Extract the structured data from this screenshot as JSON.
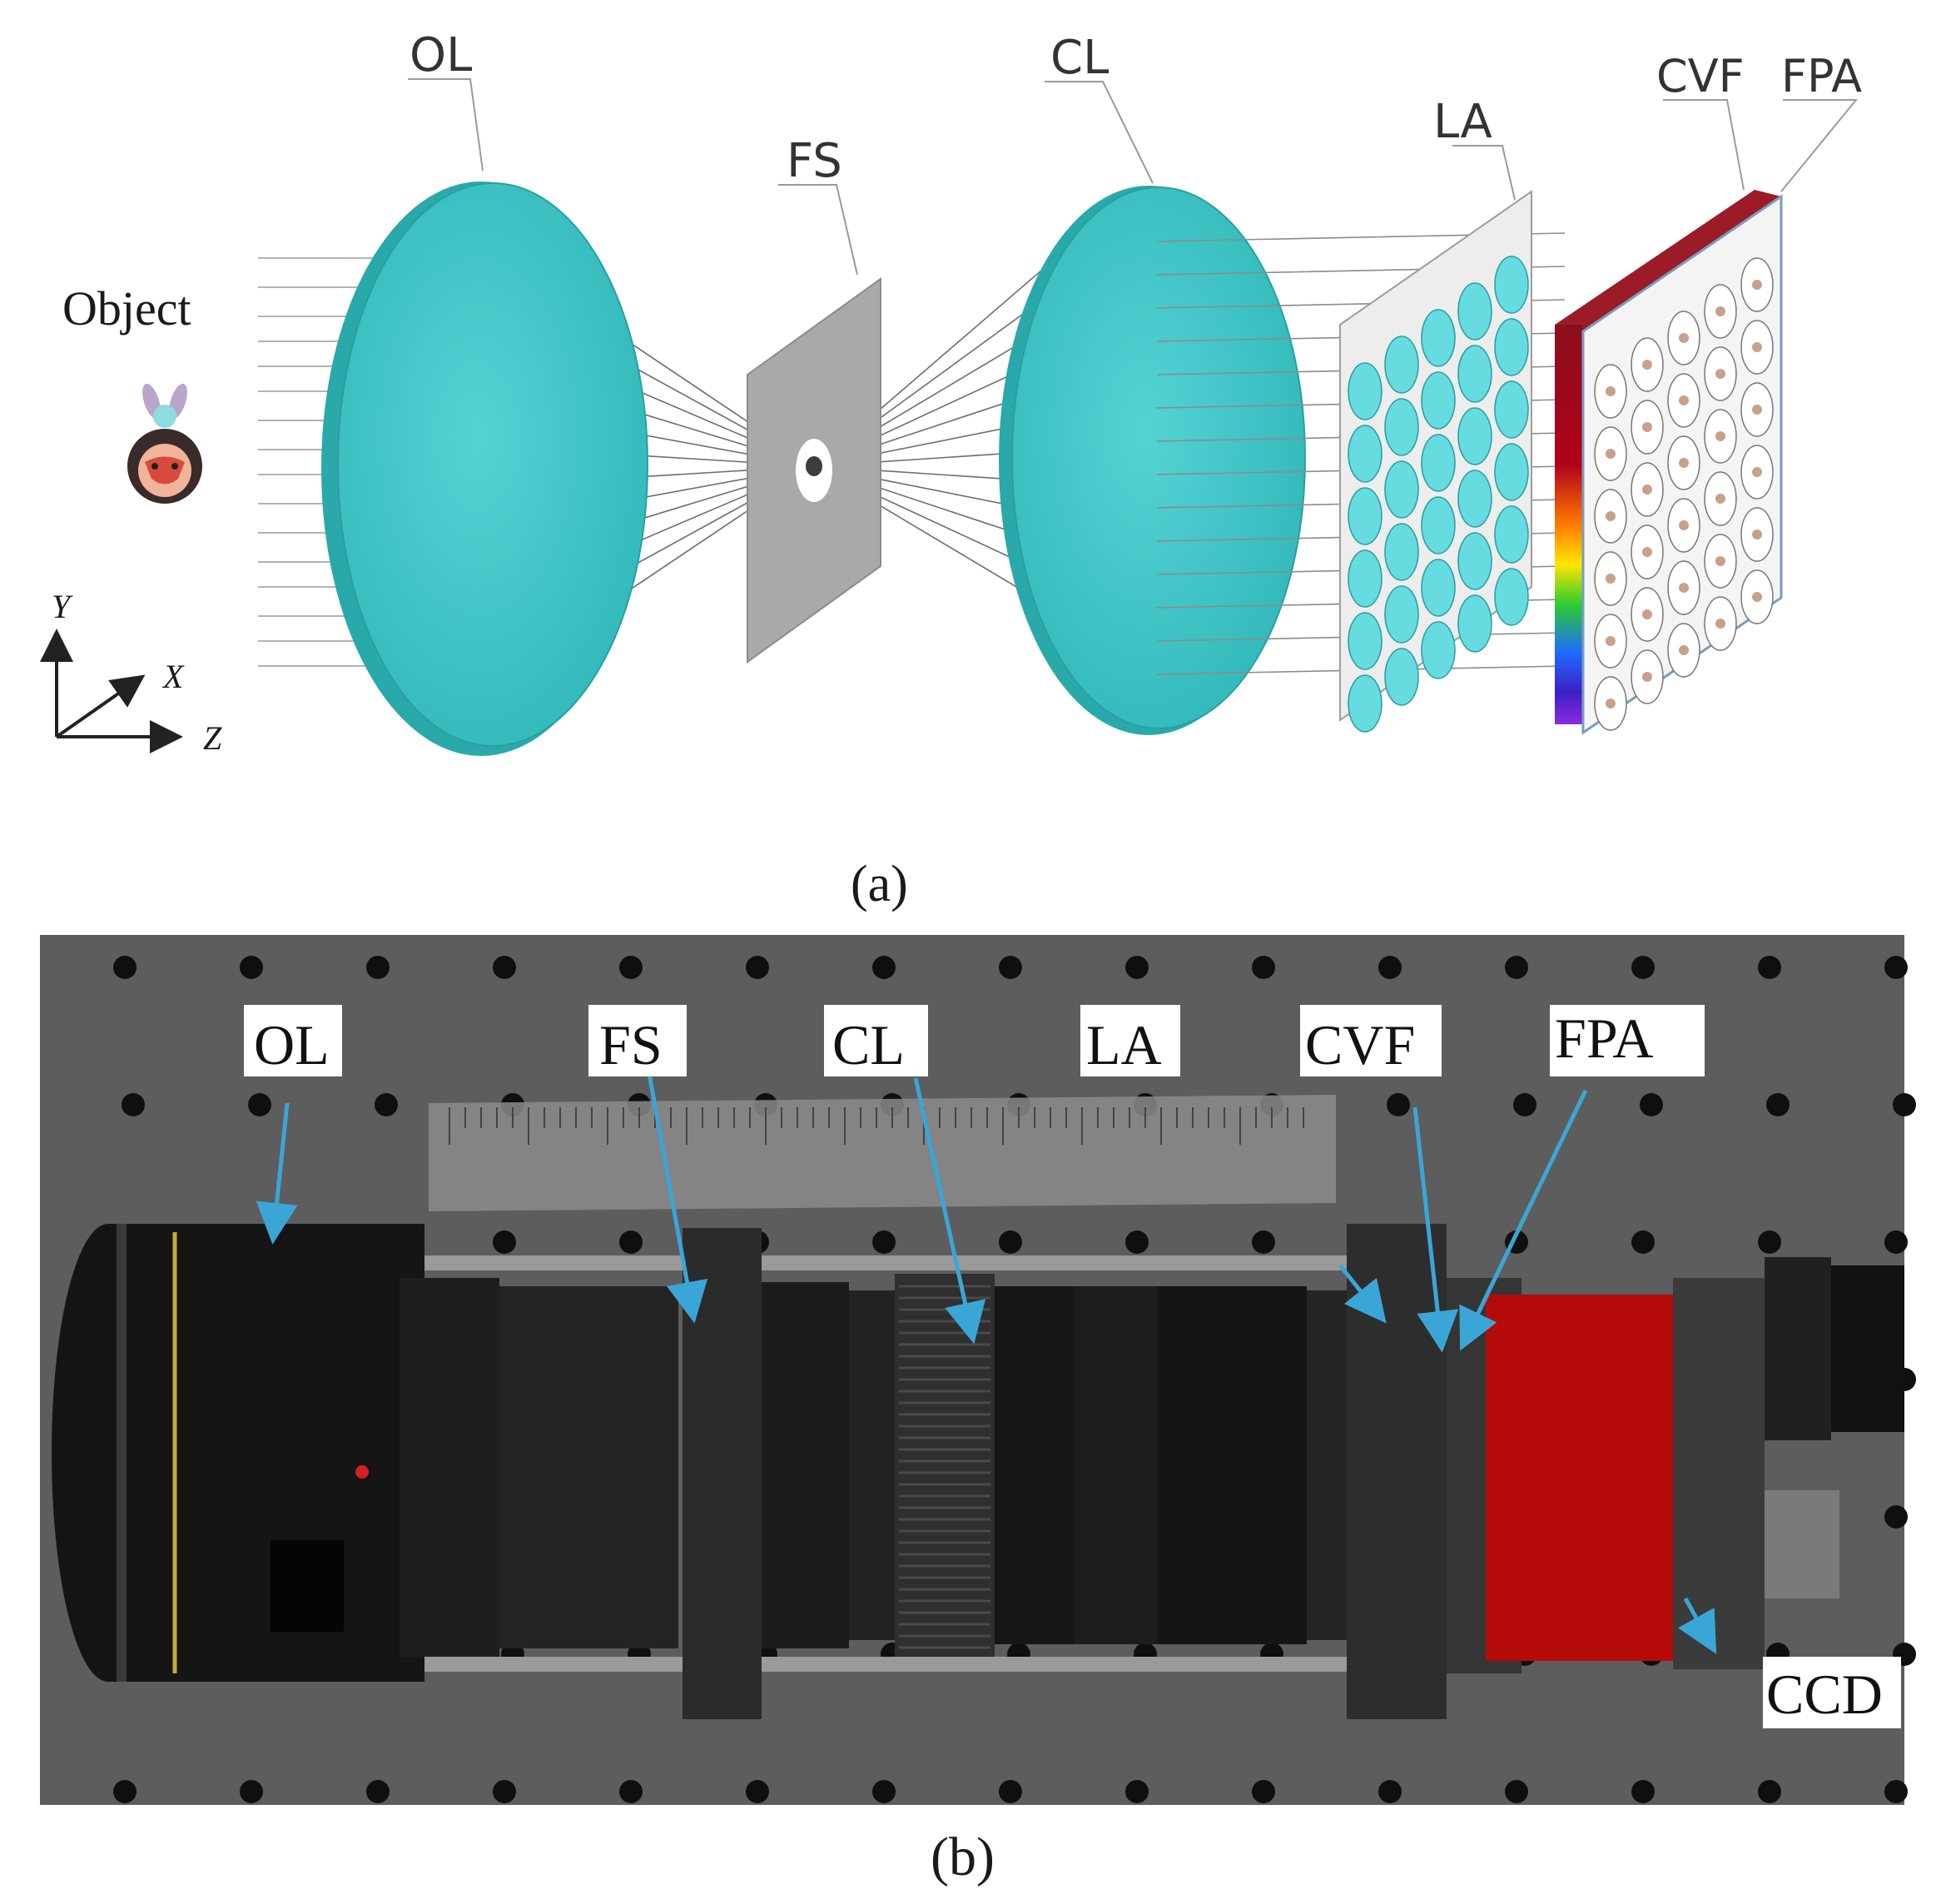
{
  "diagram": {
    "labels": {
      "ol": "OL",
      "fs": "FS",
      "cl": "CL",
      "la": "LA",
      "cvf": "CVF",
      "fpa": "FPA",
      "object": "Object",
      "axis_y": "Y",
      "axis_x": "X",
      "axis_z": "Z"
    },
    "caption": "(a)",
    "colors": {
      "lens": "#3ec6c8",
      "lens_edge": "#2a9fa2",
      "stop": "#a9a9a9",
      "ray": "#6d6d6d",
      "cvf_top": "#9b1b26"
    }
  },
  "photo": {
    "labels": {
      "ol": "OL",
      "fs": "FS",
      "cl": "CL",
      "la": "LA",
      "cvf": "CVF",
      "fpa": "FPA",
      "ccd": "CCD"
    },
    "caption": "(b)",
    "colors": {
      "plate": "#5d5d5d",
      "camera_body": "#b50a0a",
      "arrow": "#3aa6d6"
    }
  }
}
